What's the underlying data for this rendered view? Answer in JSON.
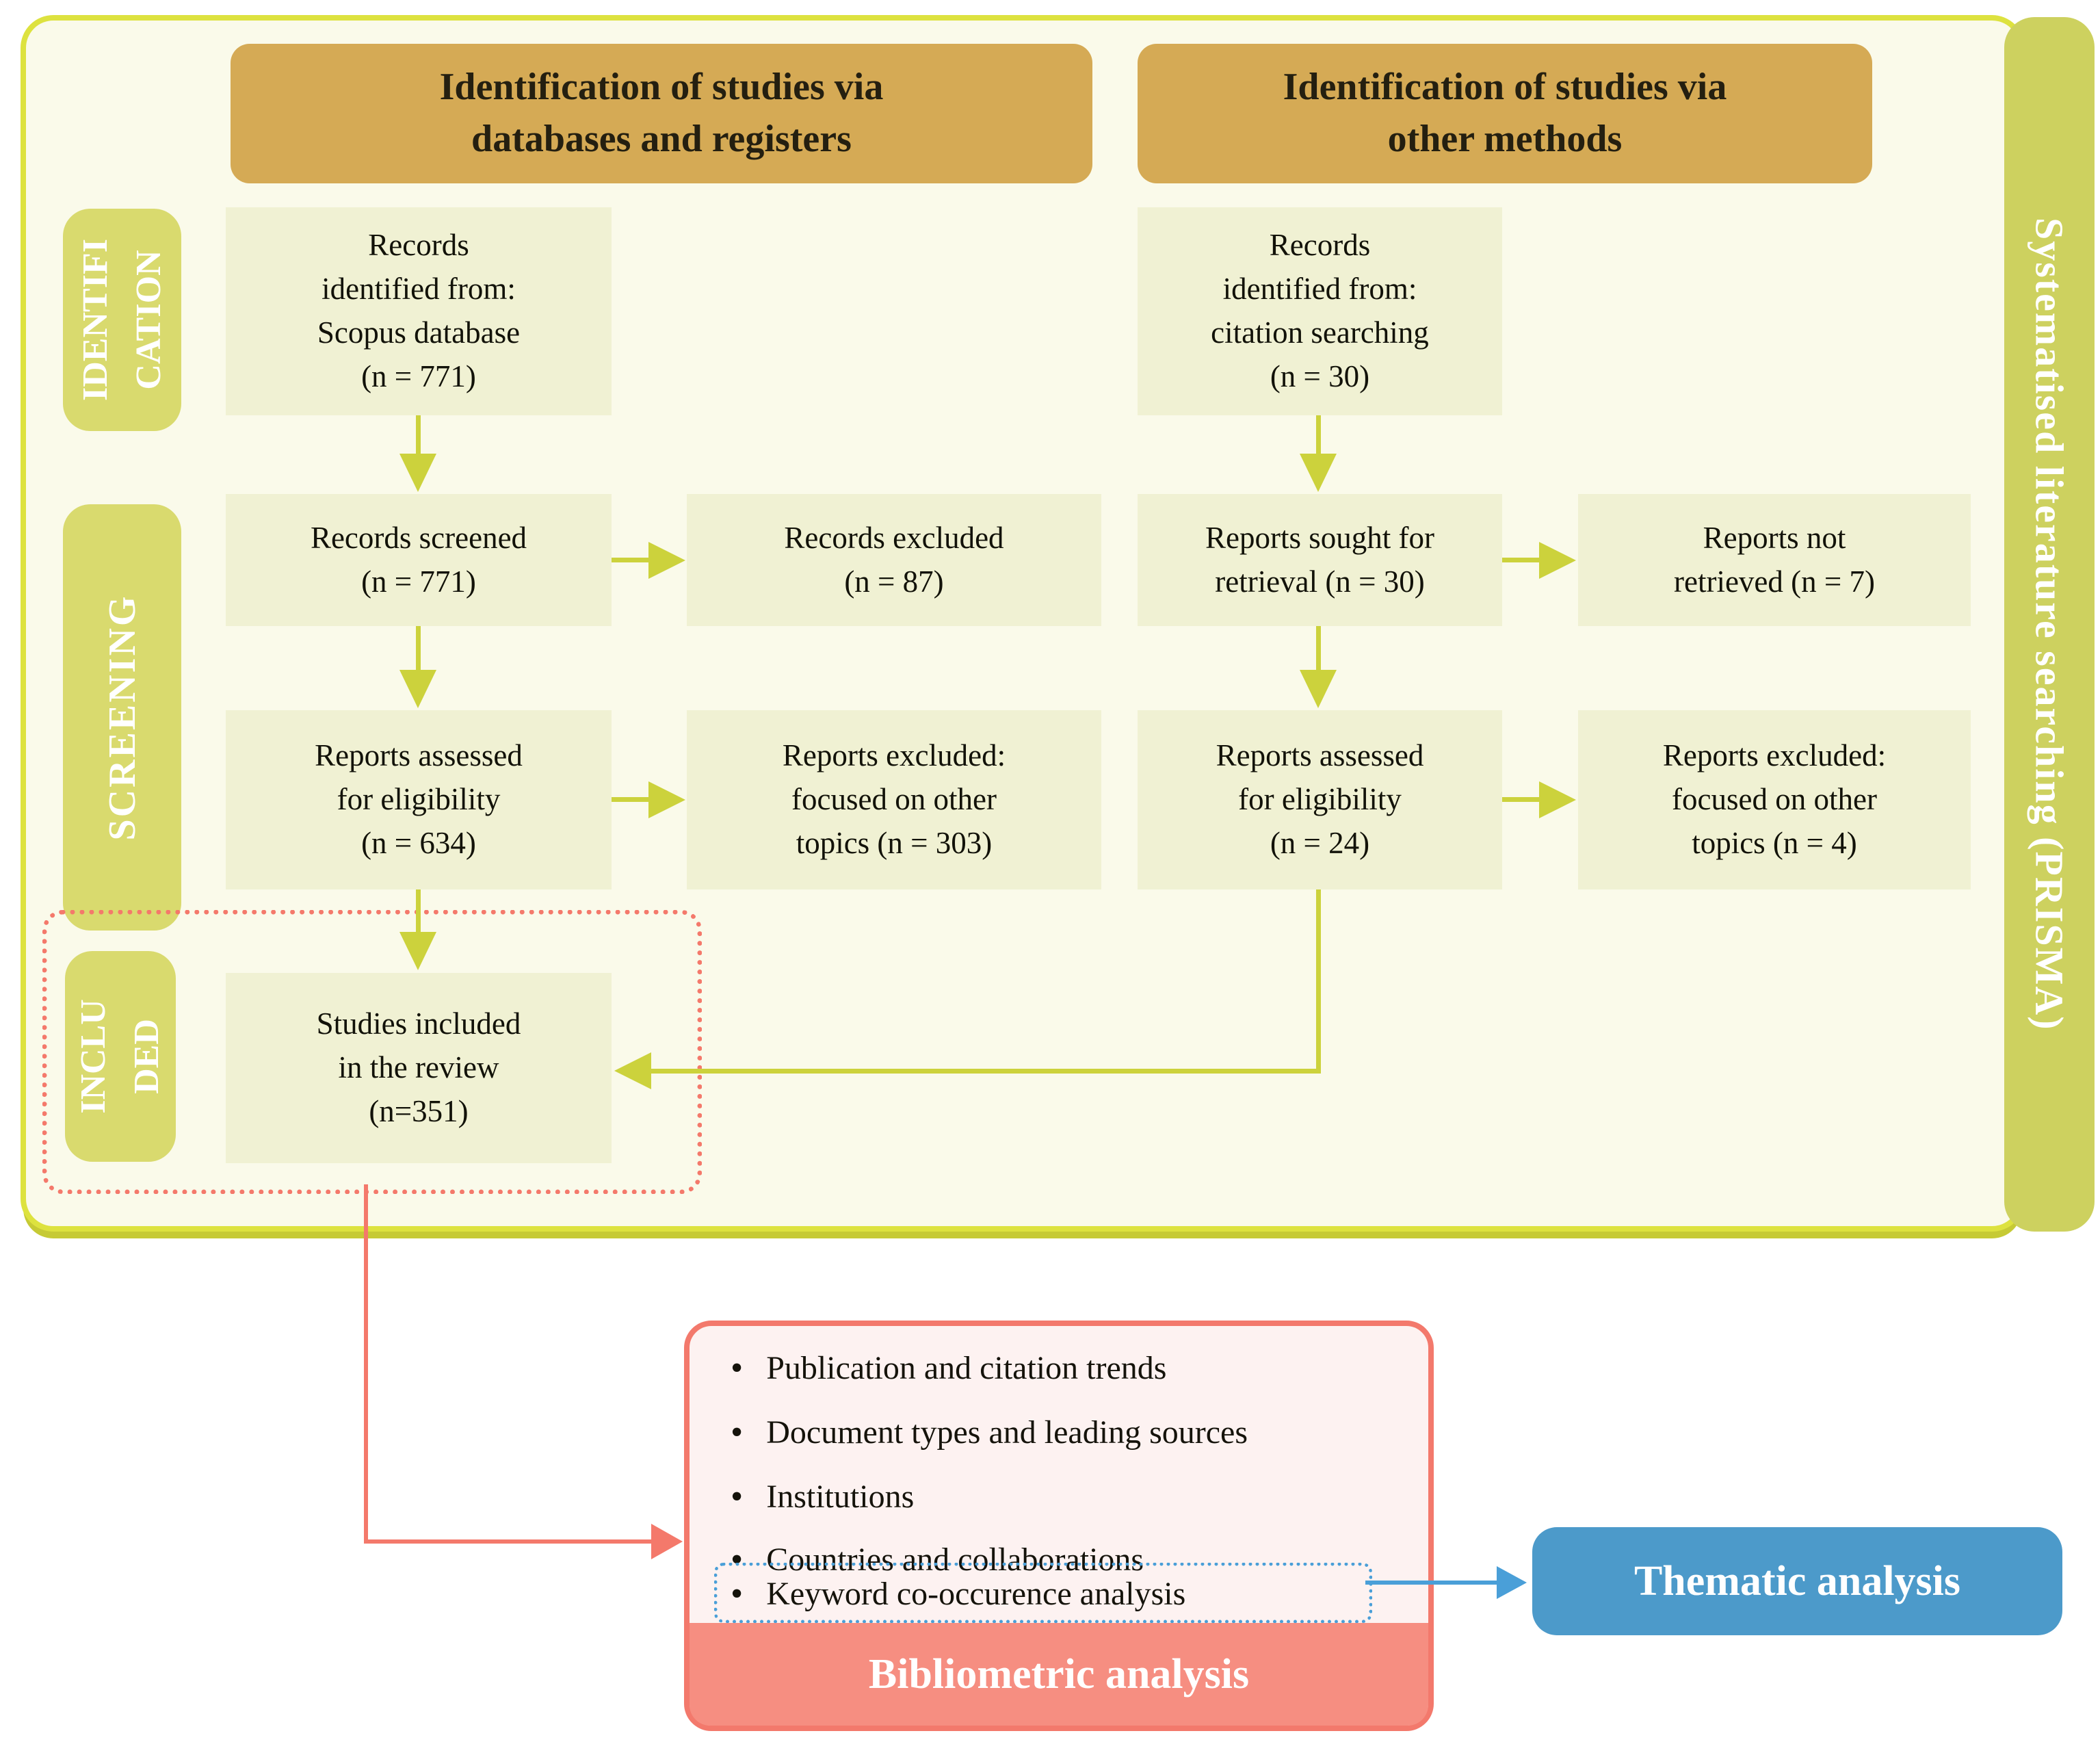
{
  "headers": {
    "left": "Identification of studies via\ndatabases and registers",
    "right": "Identification of studies via\nother methods"
  },
  "stages": {
    "identification": "IDENTIFI\nCATION",
    "screening": "SCREENING",
    "included": "INCLU\nDED"
  },
  "sidebar": {
    "label": "Systematised literature searching (PRISMA)"
  },
  "flow": {
    "db": {
      "identified": "Records\nidentified from:\nScopus database\n(n = 771)",
      "screened": "Records screened\n(n = 771)",
      "screened_excluded": "Records excluded\n(n = 87)",
      "assessed": "Reports assessed\nfor eligibility\n(n = 634)",
      "assessed_excluded": "Reports excluded:\nfocused on other\ntopics (n = 303)",
      "included": "Studies included\nin the review\n(n=351)"
    },
    "other": {
      "identified": "Records\nidentified from:\ncitation searching\n(n = 30)",
      "sought": "Reports sought for\nretrieval (n = 30)",
      "not_retrieved": "Reports not\nretrieved (n = 7)",
      "assessed": "Reports assessed\nfor eligibility\n(n = 24)",
      "assessed_excluded": "Reports excluded:\nfocused on other\ntopics (n = 4)"
    }
  },
  "bottom": {
    "bullets": [
      "Publication and citation trends",
      "Document types and leading sources",
      "Institutions",
      "Countries and collaborations",
      "Keyword co-occurence analysis"
    ],
    "bibliometric_label": "Bibliometric analysis",
    "thematic_label": "Thematic analysis"
  },
  "colors": {
    "frame_border": "#dde23f",
    "frame_fill": "#fafaea",
    "header_fill": "#d5aa55",
    "stage_fill": "#d9da6e",
    "sidebar_fill": "#cdd15f",
    "box_fill": "#f0f1d3",
    "arrow_yellow": "#ccd23c",
    "accent_red": "#f4796b",
    "pink_fill": "#fdf2f1",
    "pink_bar": "#f68e81",
    "accent_blue": "#4a9fd8",
    "thematic_fill": "#4c9aca"
  }
}
